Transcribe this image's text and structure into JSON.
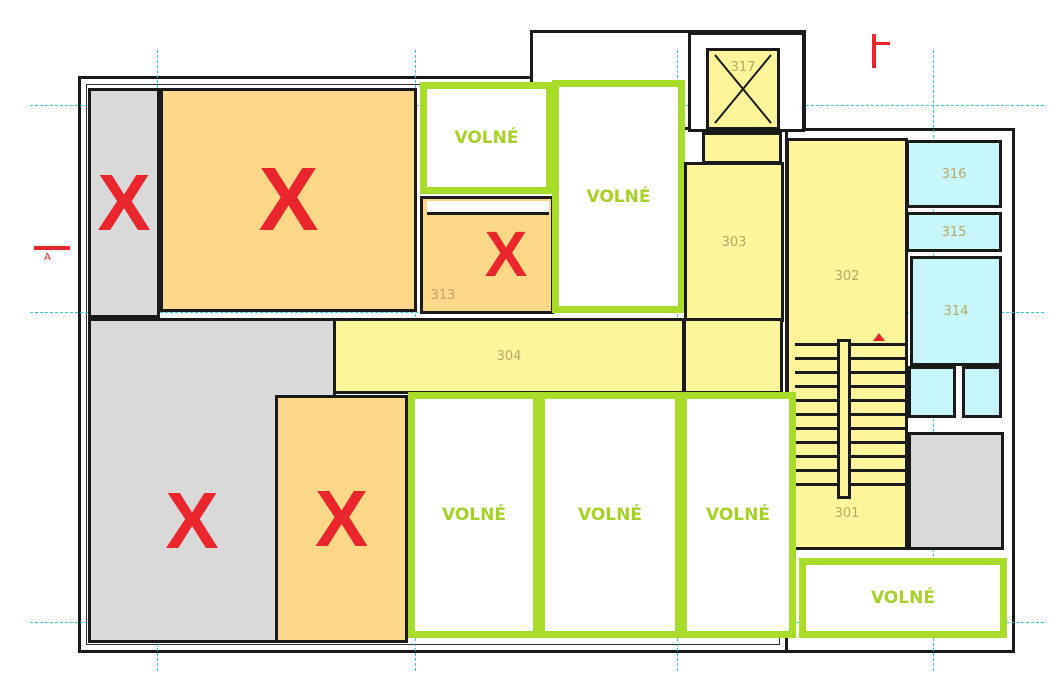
{
  "free_label": "VOLNÉ",
  "taken_mark": "X",
  "rooms": {
    "r301": "301",
    "r302": "302",
    "r303": "303",
    "r304": "304",
    "r313": "313",
    "r314": "314",
    "r315": "315",
    "r316": "316",
    "r317": "317"
  },
  "section_mark": "A",
  "colors": {
    "free_border": "#a8dc28",
    "taken_x": "#e8262b",
    "office": "#fcd888",
    "common": "#fdf59a",
    "sanitary": "#c8f7fb",
    "gray": "#d9d9d9"
  }
}
